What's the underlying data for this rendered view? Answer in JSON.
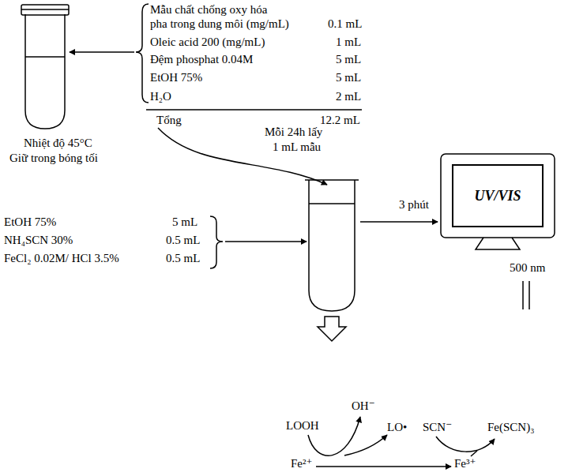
{
  "diagram": {
    "nodes": [
      {
        "text": [
          "UV/VIS"
        ]
      }
    ],
    "labels": [
      "Mẫu chất chống oxy hóa",
      "pha trong dung môi (mg/mL)",
      "0.1 mL",
      "Oleic acid 200 (mg/mL)",
      "1 mL",
      "Đệm phosphat 0.04M",
      "5 mL",
      "EtOH 75%",
      "5 mL",
      "H₂O",
      "2 mL",
      "Tổng",
      "12.2 mL",
      "Nhiệt độ 45°C",
      "Giữ trong bóng tối",
      "Mỗi 24h lấy",
      "1 mL mẫu",
      "EtOH 75%",
      "5 mL",
      "NH₄SCN 30%",
      "0.5 mL",
      "FeCl₂ 0.02M/ HCl 3.5%",
      "0.5 mL",
      "3 phút",
      "500 nm",
      "LOOH",
      "OH⁻",
      "LO•",
      "SCN⁻",
      "Fe(SCN)₃",
      "Fe²⁺",
      "Fe³⁺"
    ]
  }
}
